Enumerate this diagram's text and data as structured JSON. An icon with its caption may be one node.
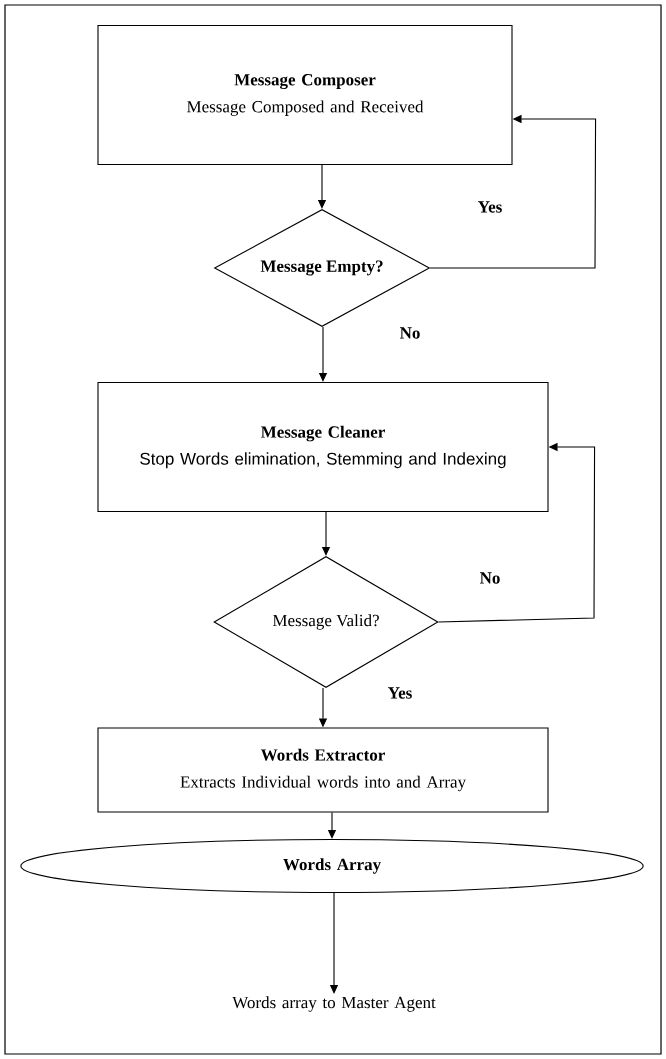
{
  "diagram": {
    "nodes": [
      {
        "text": [
          "Message Composer",
          "Message Composed and Received"
        ]
      },
      {
        "text": [
          "Message Empty?"
        ]
      },
      {
        "text": [
          "Message Cleaner",
          "Stop Words elimination, Stemming and Indexing"
        ]
      },
      {
        "text": [
          "Message Valid?"
        ]
      },
      {
        "text": [
          "Words Extractor",
          "Extracts Individual words into and Array"
        ]
      },
      {
        "text": [
          "Words Array"
        ]
      },
      {
        "text": [
          "Words array to Master Agent"
        ]
      }
    ],
    "edges": [
      {
        "from": 0,
        "to": 1,
        "arrow": "to"
      },
      {
        "from": 1,
        "to": 0,
        "arrow": "to",
        "label": "Yes"
      },
      {
        "from": 1,
        "to": 2,
        "arrow": "to",
        "label": "No"
      },
      {
        "from": 2,
        "to": 3,
        "arrow": "to"
      },
      {
        "from": 3,
        "to": 2,
        "arrow": "to",
        "label": "No"
      },
      {
        "from": 3,
        "to": 4,
        "arrow": "to",
        "label": "Yes"
      },
      {
        "from": 4,
        "to": 5,
        "arrow": "to"
      },
      {
        "from": 5,
        "to": 6,
        "arrow": "to"
      }
    ]
  }
}
